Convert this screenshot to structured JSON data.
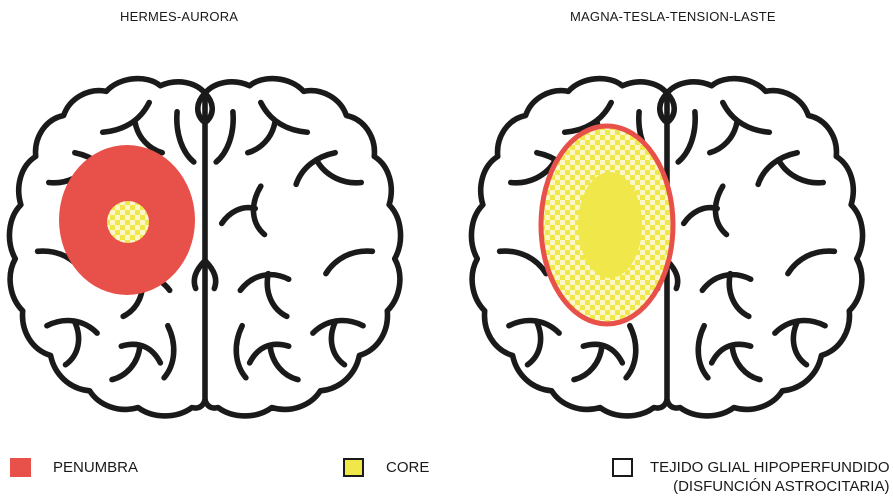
{
  "panels": [
    {
      "title": "HERMES-AURORA"
    },
    {
      "title": "MAGNA-TESLA-TENSION-LASTE"
    }
  ],
  "legend": [
    {
      "label": "PENUMBRA",
      "color": "#e8504a"
    },
    {
      "label": "CORE",
      "color": "#f0e84a"
    },
    {
      "label": "TEJIDO GLIAL HIPOPERFUNDIDO",
      "sublabel": "(DISFUNCIÓN ASTROCITARIA)",
      "color": "#ffffff"
    }
  ],
  "colors": {
    "penumbra": "#e8504a",
    "core": "#f0e84a",
    "outline": "#1a1a1a"
  }
}
